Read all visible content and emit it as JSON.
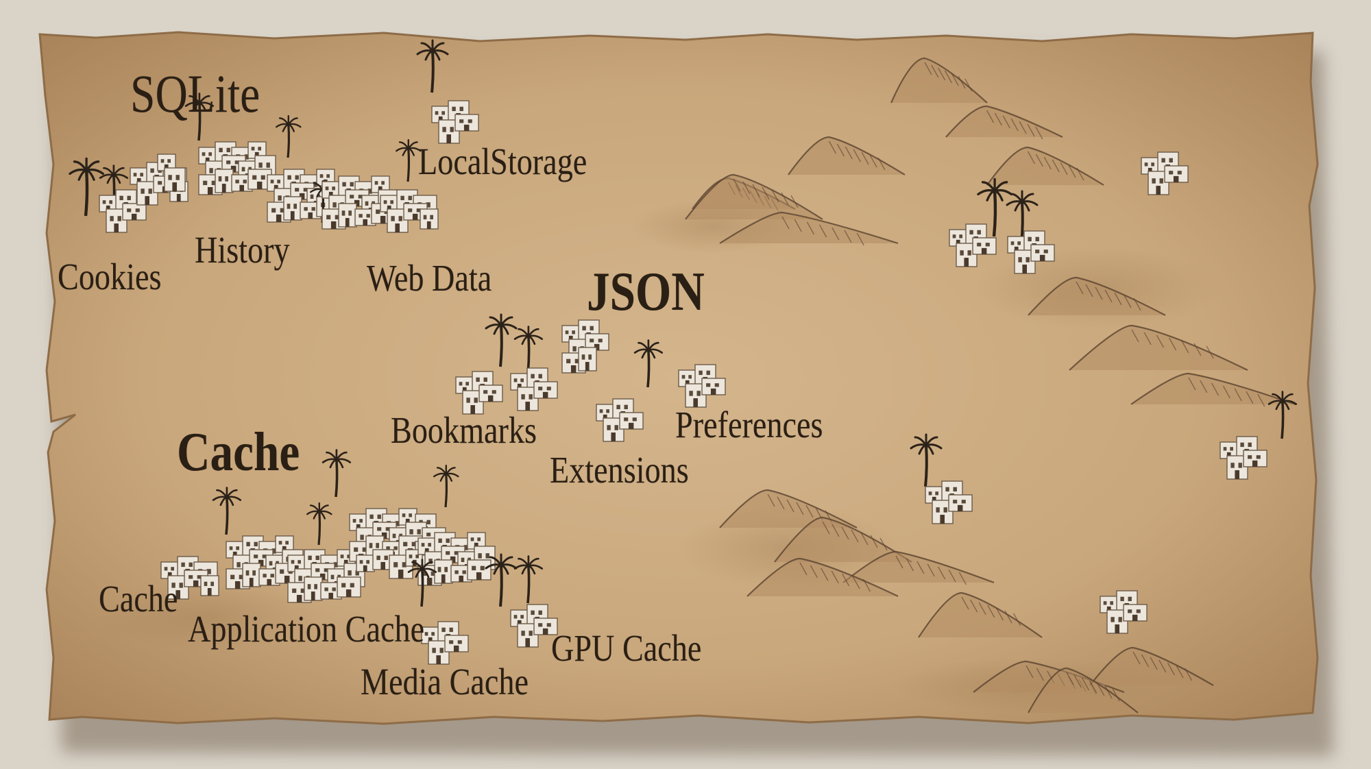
{
  "map": {
    "regions": {
      "sqlite": {
        "title": "SQLite",
        "towns": [
          "Cookies",
          "History",
          "Web Data",
          "LocalStorage"
        ]
      },
      "json": {
        "title": "JSON",
        "towns": [
          "Bookmarks",
          "Extensions",
          "Preferences"
        ]
      },
      "cache": {
        "title": "Cache",
        "towns": [
          "Cache",
          "Application Cache",
          "Media Cache",
          "GPU Cache"
        ]
      }
    }
  },
  "colors": {
    "parchment": "#c9a77c",
    "ink": "#2a1f14",
    "building": "#ece6dc",
    "palm": "#2b2219",
    "backdrop": "#d9d3c8"
  }
}
